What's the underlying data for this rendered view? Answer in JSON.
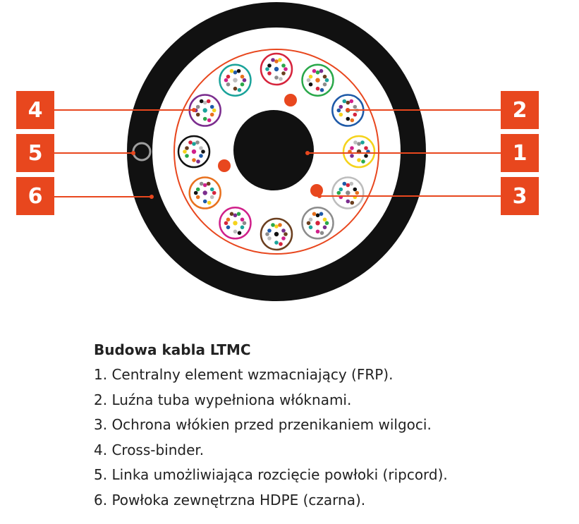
{
  "colors": {
    "accent": "#e8471e",
    "jacket": "#111111",
    "ripcord": "#9e9e9e"
  },
  "callouts": [
    {
      "number": "4",
      "target": "cross-binder"
    },
    {
      "number": "5",
      "target": "ripcord"
    },
    {
      "number": "6",
      "target": "outer-jacket"
    },
    {
      "number": "2",
      "target": "loose-tube"
    },
    {
      "number": "1",
      "target": "central-strength-member"
    },
    {
      "number": "3",
      "target": "water-blocking"
    }
  ],
  "tube_colors": [
    "#d6243c",
    "#2aa84a",
    "#1e5aa8",
    "#f5d31c",
    "#bdbdbd",
    "#8c8c8c",
    "#6b3f1f",
    "#d0208a",
    "#e8711e",
    "#111111",
    "#7b2d8e",
    "#1aa39a"
  ],
  "fiber_colors": [
    "#1e5aa8",
    "#e8711e",
    "#2aa84a",
    "#6b3f1f",
    "#8c8c8c",
    "#d6243c",
    "#111111",
    "#f5d31c",
    "#7b2d8e",
    "#d0208a",
    "#1aa39a",
    "#bdbdbd"
  ],
  "caption": {
    "title": "Budowa kabla LTMC",
    "items": [
      "1. Centralny element wzmacniający (FRP).",
      "2. Luźna tuba wypełniona włóknami.",
      "3. Ochrona włókien przed przenikaniem wilgoci.",
      "4. Cross-binder.",
      "5. Linka umożliwiająca rozcięcie powłoki (ripcord).",
      "6. Powłoka zewnętrzna HDPE (czarna)."
    ]
  }
}
